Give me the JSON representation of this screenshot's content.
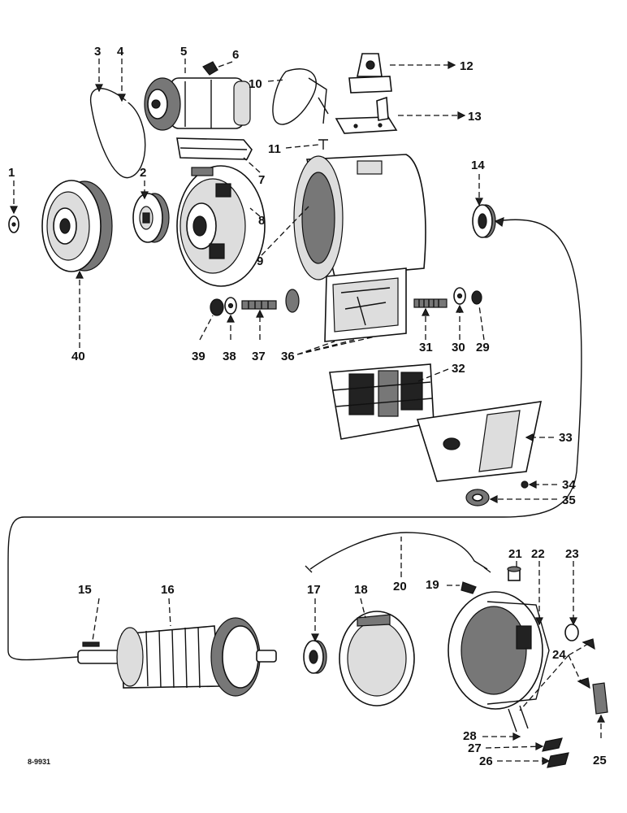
{
  "drawing_code": "8-9931",
  "callouts": [
    {
      "id": "1",
      "label": "1"
    },
    {
      "id": "2",
      "label": "2"
    },
    {
      "id": "3",
      "label": "3"
    },
    {
      "id": "4",
      "label": "4"
    },
    {
      "id": "5",
      "label": "5"
    },
    {
      "id": "6",
      "label": "6"
    },
    {
      "id": "7",
      "label": "7"
    },
    {
      "id": "8",
      "label": "8"
    },
    {
      "id": "9",
      "label": "9"
    },
    {
      "id": "10",
      "label": "10"
    },
    {
      "id": "11",
      "label": "11"
    },
    {
      "id": "12",
      "label": "12"
    },
    {
      "id": "13",
      "label": "13"
    },
    {
      "id": "14",
      "label": "14"
    },
    {
      "id": "15",
      "label": "15"
    },
    {
      "id": "16",
      "label": "16"
    },
    {
      "id": "17",
      "label": "17"
    },
    {
      "id": "18",
      "label": "18"
    },
    {
      "id": "19",
      "label": "19"
    },
    {
      "id": "20",
      "label": "20"
    },
    {
      "id": "21",
      "label": "21"
    },
    {
      "id": "22",
      "label": "22"
    },
    {
      "id": "23",
      "label": "23"
    },
    {
      "id": "24",
      "label": "24"
    },
    {
      "id": "25",
      "label": "25"
    },
    {
      "id": "26",
      "label": "26"
    },
    {
      "id": "27",
      "label": "27"
    },
    {
      "id": "28",
      "label": "28"
    },
    {
      "id": "29",
      "label": "29"
    },
    {
      "id": "30",
      "label": "30"
    },
    {
      "id": "31",
      "label": "31"
    },
    {
      "id": "32",
      "label": "32"
    },
    {
      "id": "33",
      "label": "33"
    },
    {
      "id": "34",
      "label": "34"
    },
    {
      "id": "35",
      "label": "35"
    },
    {
      "id": "36",
      "label": "36"
    },
    {
      "id": "37",
      "label": "37"
    },
    {
      "id": "38",
      "label": "38"
    },
    {
      "id": "39",
      "label": "39"
    },
    {
      "id": "40",
      "label": "40"
    }
  ]
}
